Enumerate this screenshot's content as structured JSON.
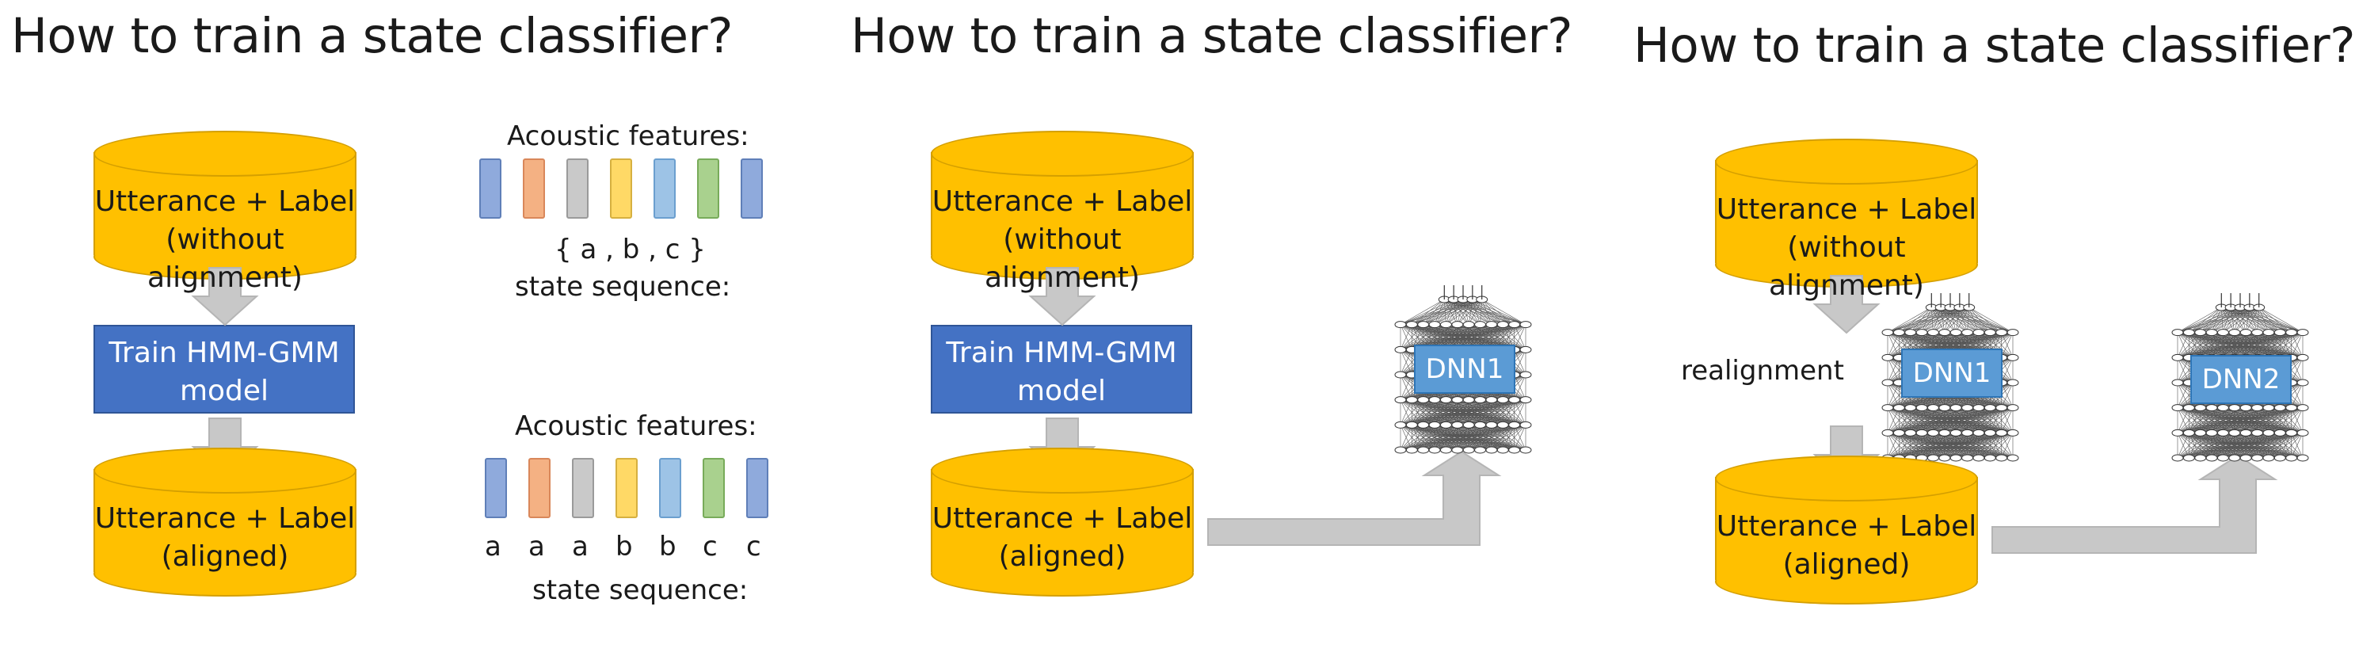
{
  "panels": [
    {
      "title": "How to train a state classifier?",
      "db_top": {
        "line1": "Utterance + Label",
        "line2": "(without alignment)"
      },
      "train_box": {
        "line1": "Train HMM-GMM",
        "line2": "model"
      },
      "db_bottom": {
        "line1": "Utterance + Label",
        "line2": "(aligned)"
      },
      "upper_features": {
        "heading": "Acoustic features:",
        "set_label": "{ a , b , c }",
        "sequence_label": "state sequence:"
      },
      "lower_features": {
        "heading": "Acoustic features:",
        "states": [
          "a",
          "a",
          "a",
          "b",
          "b",
          "c",
          "c"
        ],
        "sequence_label": "state sequence:"
      },
      "feature_colors": [
        "#8faadc",
        "#f4b183",
        "#c9c9c9",
        "#ffd966",
        "#9dc3e6",
        "#a9d18e",
        "#8faadc"
      ]
    },
    {
      "title": "How to train a state classifier?",
      "db_top": {
        "line1": "Utterance + Label",
        "line2": "(without alignment)"
      },
      "train_box": {
        "line1": "Train HMM-GMM",
        "line2": "model"
      },
      "db_bottom": {
        "line1": "Utterance + Label",
        "line2": "(aligned)"
      },
      "dnn": "DNN1"
    },
    {
      "title": "How to train a state classifier?",
      "db_top": {
        "line1": "Utterance + Label",
        "line2": "(without alignment)"
      },
      "db_bottom": {
        "line1": "Utterance + Label",
        "line2": "(aligned)"
      },
      "realign_label": "realignment",
      "dnn_a": "DNN1",
      "dnn_b": "DNN2"
    }
  ],
  "colors": {
    "database": "#ffc000",
    "hmm_box": "#4472c4",
    "dnn_box": "#5b9bd5",
    "arrow": "#c8c8c8"
  }
}
